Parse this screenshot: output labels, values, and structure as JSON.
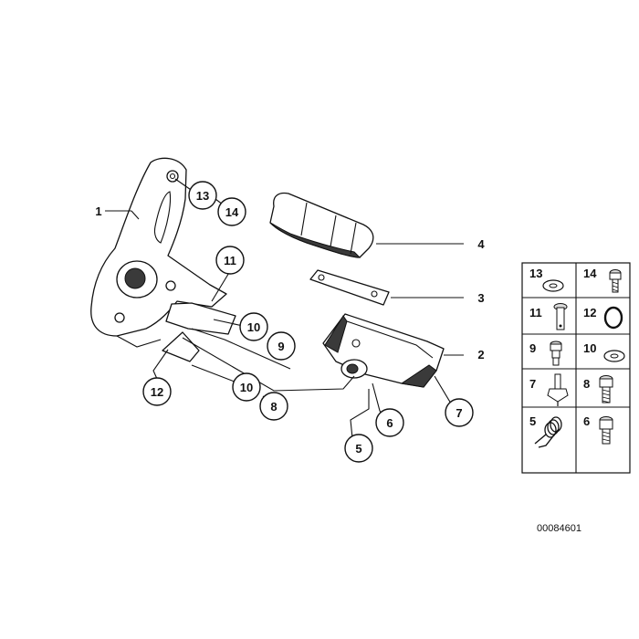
{
  "diagram": {
    "labels": {
      "l1": "1",
      "l2": "2",
      "l3": "3",
      "l4": "4"
    },
    "callouts": {
      "c13": "13",
      "c14": "14",
      "c11": "11",
      "c10a": "10",
      "c9": "9",
      "c12": "12",
      "c10b": "10",
      "c8": "8",
      "c6": "6",
      "c5": "5",
      "c7": "7"
    },
    "legend": [
      {
        "num": "13",
        "icon": "washer-icon"
      },
      {
        "num": "14",
        "icon": "hex-socket-screw-icon"
      },
      {
        "num": "11",
        "icon": "pin-icon"
      },
      {
        "num": "12",
        "icon": "circlip-icon"
      },
      {
        "num": "9",
        "icon": "shoulder-screw-icon"
      },
      {
        "num": "10",
        "icon": "washer-icon"
      },
      {
        "num": "7",
        "icon": "bearing-pin-icon"
      },
      {
        "num": "8",
        "icon": "cap-screw-icon"
      },
      {
        "num": "5",
        "icon": "torsion-spring-icon"
      },
      {
        "num": "6",
        "icon": "cap-screw-icon"
      }
    ],
    "reference": "00084601"
  }
}
